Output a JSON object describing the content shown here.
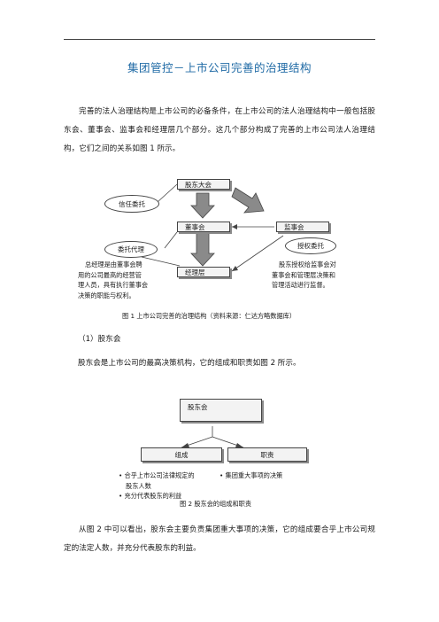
{
  "title": "集团管控－上市公司完善的治理结构",
  "intro": "完善的法人治理结构是上市公司的必备条件，在上市公司的法人治理结构中一般包括股东会、董事会、监事会和经理层几个部分。这几个部分构成了完善的上市公司法人治理结构，它们之间的关系如图 1 所示。",
  "figure1": {
    "shareholders": "股东大会",
    "board": "董事会",
    "supervisors": "监事会",
    "management": "经理层",
    "trust": "信任委托",
    "agency": "委托代理",
    "authorize": "授权委托",
    "left_note": [
      "总经理是由董事会聘",
      "用的公司最高的经营管",
      "理人员，具有执行董事会",
      "决策的职能与权利。"
    ],
    "right_note": [
      "股东授权给监事会对",
      "董事会和管理层决策和",
      "管理活动进行监督。"
    ],
    "caption": "图 1    上市公司完善的治理结构（资料来源：仁达方略数据库）"
  },
  "section_heading": "（1）股东会",
  "section_text": "股东会是上市公司的最高决策机构，它的组成和职责如图 2 所示。",
  "figure2": {
    "top": "股东会",
    "left": "组成",
    "right": "职责",
    "left_items": [
      "合乎上市公司法律规定的",
      "股东人数",
      "充分代表股东的利益"
    ],
    "right_items": [
      "集团重大事项的决策"
    ],
    "caption": "图 2    股东会的组成和职责"
  },
  "closing": "从图 2 中可以看出，股东会主要负责集团重大事项的决策，它的组成要合乎上市公司规定的法定人数，并充分代表股东的利益。"
}
